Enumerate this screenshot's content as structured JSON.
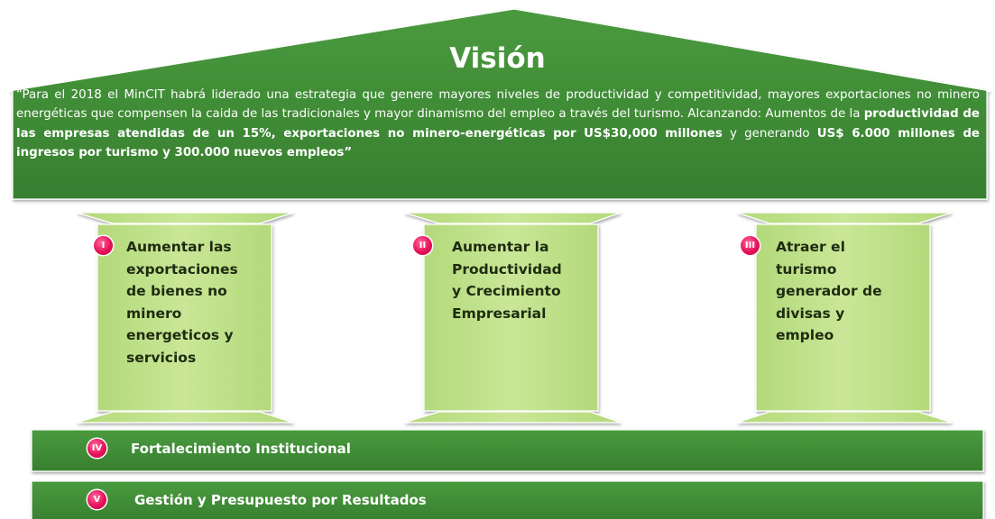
{
  "colors": {
    "dark_green": "#3d8a35",
    "pillar_green": "#bfe188",
    "badge_magenta": "#e8115a",
    "text_white": "#ffffff",
    "text_dark": "#1e2b10"
  },
  "roof": {
    "title": "Visión",
    "vision": {
      "p1": "“Para el 2018 el MinCIT habrá liderado una estrategia que genere mayores niveles de productividad y competitividad, mayores exportaciones no minero energéticas que compensen la caida de las tradicionales y mayor dinamismo del empleo a través del turismo.  Alcanzando: Aumentos de la ",
      "b1": "productividad de las empresas atendidas de un 15%, exportaciones no minero-energéticas por US$30,000 millones",
      "p2": " y generando ",
      "b2": "US$ 6.000 millones de ingresos por turismo y 300.000 nuevos empleos”"
    }
  },
  "pillars": [
    {
      "num": "I",
      "lines": [
        "Aumentar las",
        "exportaciones",
        "de bienes no",
        "minero",
        "energeticos y",
        "servicios"
      ]
    },
    {
      "num": "II",
      "lines": [
        "Aumentar la",
        "Productividad",
        "y Crecimiento",
        "Empresarial"
      ]
    },
    {
      "num": "III",
      "lines": [
        "Atraer el",
        "turismo",
        "generador de",
        "divisas y",
        "empleo"
      ]
    }
  ],
  "foundations": [
    {
      "num": "IV",
      "label": "Fortalecimiento Institucional"
    },
    {
      "num": "V",
      "label": "Gestión y Presupuesto por Resultados"
    }
  ]
}
